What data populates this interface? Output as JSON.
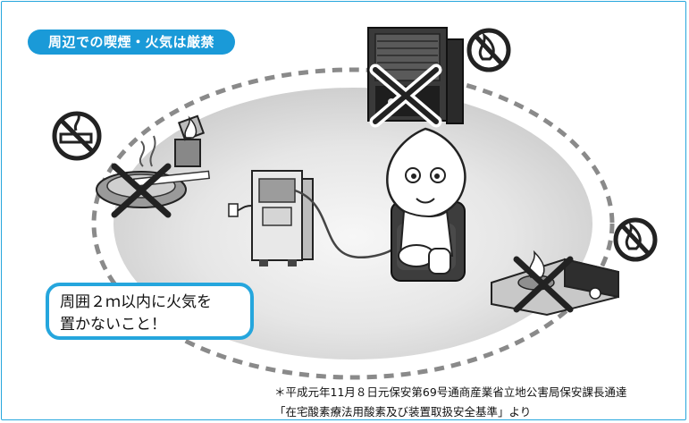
{
  "banner": {
    "text": "周辺での喫煙・火気は厳禁"
  },
  "callout": {
    "line1": "周囲２ｍ以内に火気を",
    "line2": "置かないこと！"
  },
  "footnote": {
    "line1": "＊平成元年11月８日元保安第69号通商産業省立地公害局保安課長通達",
    "line2": "「在宅酸素療法用酸素及び装置取扱安全基準」より"
  },
  "colors": {
    "accent": "#1a9ad8",
    "frame": "#25a6dd",
    "dashed_ring": "#8a8a8a"
  },
  "icons": [
    "no-smoking-icon",
    "no-fire-icon",
    "cross-mark-icon"
  ]
}
